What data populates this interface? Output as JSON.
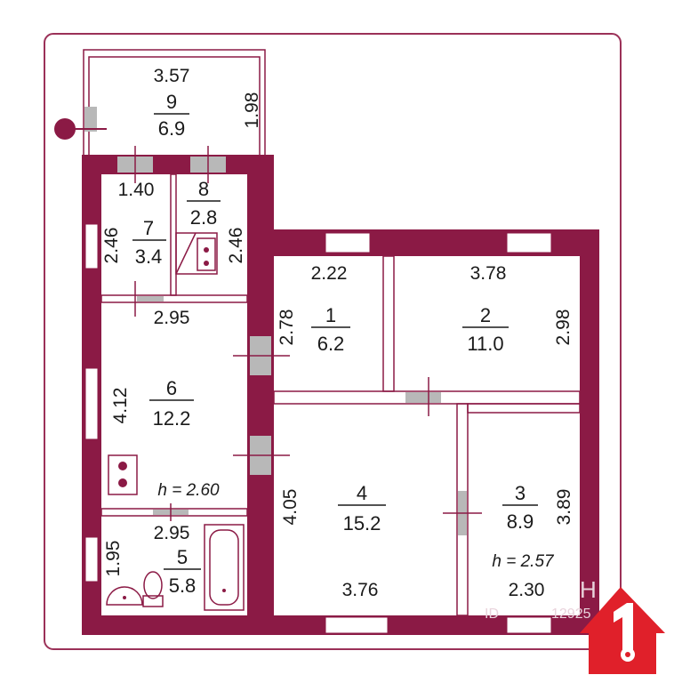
{
  "colors": {
    "wall": "#8b1a45",
    "frame": "#9b3158",
    "thin": "#8b1a45",
    "window": "#ffffff",
    "door": "#b8b8b8",
    "text": "#1a1a1a",
    "badge": "#e0202a",
    "watermark": "#e9d3dc"
  },
  "icons": {
    "logo": "house-with-key-icon",
    "entrance": "entrance-dot-icon",
    "stove": "stove-icon",
    "sink": "sink-icon",
    "bathtub": "bathtub-icon",
    "toilet": "toilet-icon",
    "washbasin": "washbasin-icon"
  },
  "rooms": [
    {
      "id": "9",
      "number": "9",
      "area": "6.9",
      "dims": [
        "3.57",
        "1.98"
      ]
    },
    {
      "id": "8",
      "number": "8",
      "area": "2.8",
      "dims": [
        "2.46"
      ]
    },
    {
      "id": "7",
      "number": "7",
      "area": "3.4",
      "dims": [
        "1.40",
        "2.46"
      ]
    },
    {
      "id": "6",
      "number": "6",
      "area": "12.2",
      "dims": [
        "2.95",
        "4.12"
      ]
    },
    {
      "id": "5",
      "number": "5",
      "area": "5.8",
      "dims": [
        "2.95",
        "1.95"
      ]
    },
    {
      "id": "1",
      "number": "1",
      "area": "6.2",
      "dims": [
        "2.22",
        "2.78"
      ]
    },
    {
      "id": "2",
      "number": "2",
      "area": "11.0",
      "dims": [
        "3.78",
        "2.98"
      ]
    },
    {
      "id": "4",
      "number": "4",
      "area": "15.2",
      "dims": [
        "4.05",
        "3.76"
      ]
    },
    {
      "id": "3",
      "number": "3",
      "area": "8.9",
      "dims": [
        "3.89",
        "2.30"
      ]
    }
  ],
  "heights": {
    "left": "h = 2.60",
    "right": "h = 2.57"
  },
  "watermark": {
    "id_text": "ID",
    "id_digits": "12925",
    "letter": "H"
  }
}
